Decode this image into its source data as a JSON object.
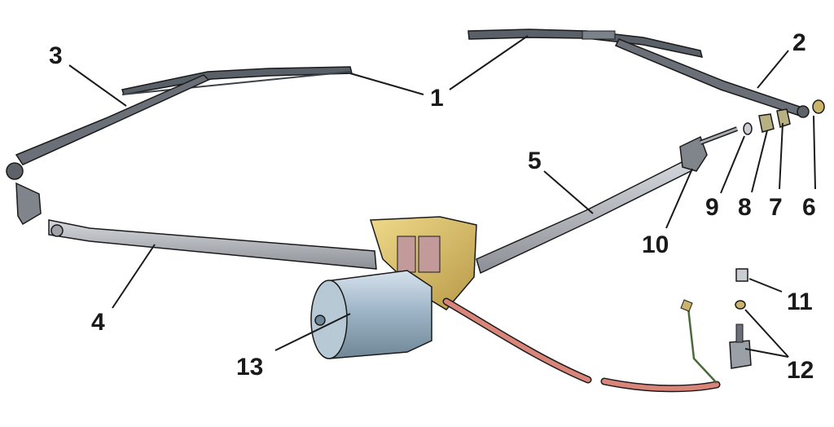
{
  "figure": {
    "callouts": [
      "1",
      "2",
      "3",
      "4",
      "5",
      "6",
      "7",
      "8",
      "9",
      "10",
      "11",
      "12",
      "13"
    ]
  },
  "colors": {
    "wiper_blade": "#5a6068",
    "arm": "#6b7078",
    "linkage": "#a9adb2",
    "bracket": "#d8c070",
    "motor_body": "#9fb6c8",
    "cable": "#d9857a",
    "outline": "#1a1a1a"
  }
}
